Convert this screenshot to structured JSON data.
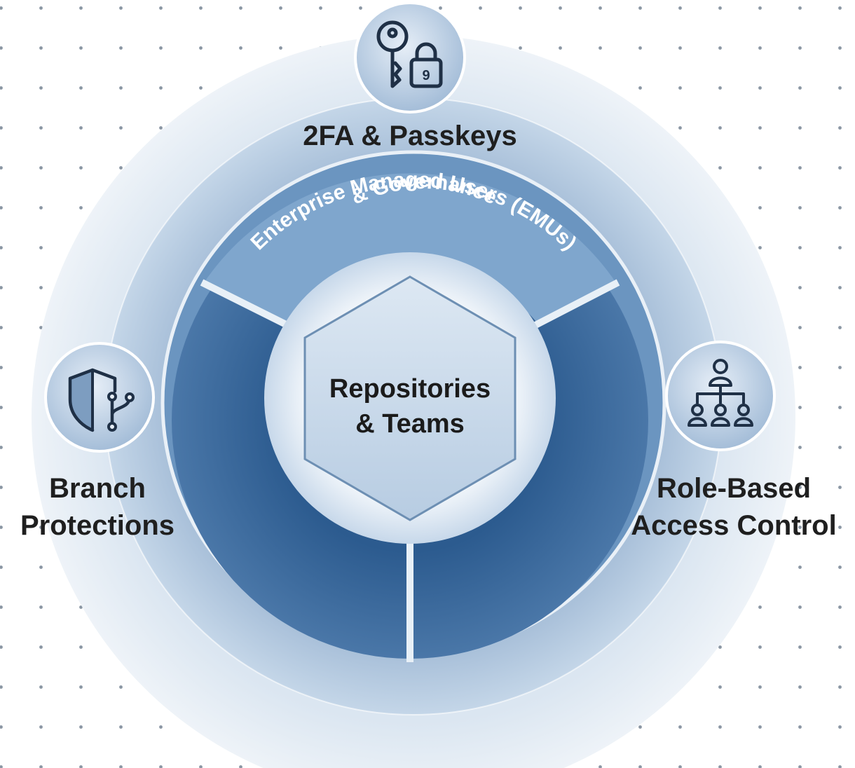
{
  "diagram": {
    "core": {
      "line1": "Repositories",
      "line2": "& Teams"
    },
    "emu_ring": {
      "line1": "Enterprise Managed Users (EMUs)",
      "line2": "& Governance"
    },
    "nodes": {
      "top": {
        "label": "2FA & Passkeys",
        "icon": "key-lock-icon",
        "lock_digit": "9"
      },
      "left": {
        "label_line1": "Branch",
        "label_line2": "Protections",
        "icon": "shield-branch-icon"
      },
      "right": {
        "label_line1": "Role-Based",
        "label_line2": "Access Control",
        "icon": "org-hierarchy-icon"
      }
    }
  },
  "colors": {
    "outer_ring": "#e2ebf4",
    "middle_ring": "#b8cde2",
    "emu_ring": "#7fa3c8",
    "inner_ring": "#3d6a9c",
    "core_glow": "#eef4fa",
    "hexagon": "#c8d9ea",
    "icon_stroke": "#1f3046",
    "dots": "#8a96a3"
  }
}
